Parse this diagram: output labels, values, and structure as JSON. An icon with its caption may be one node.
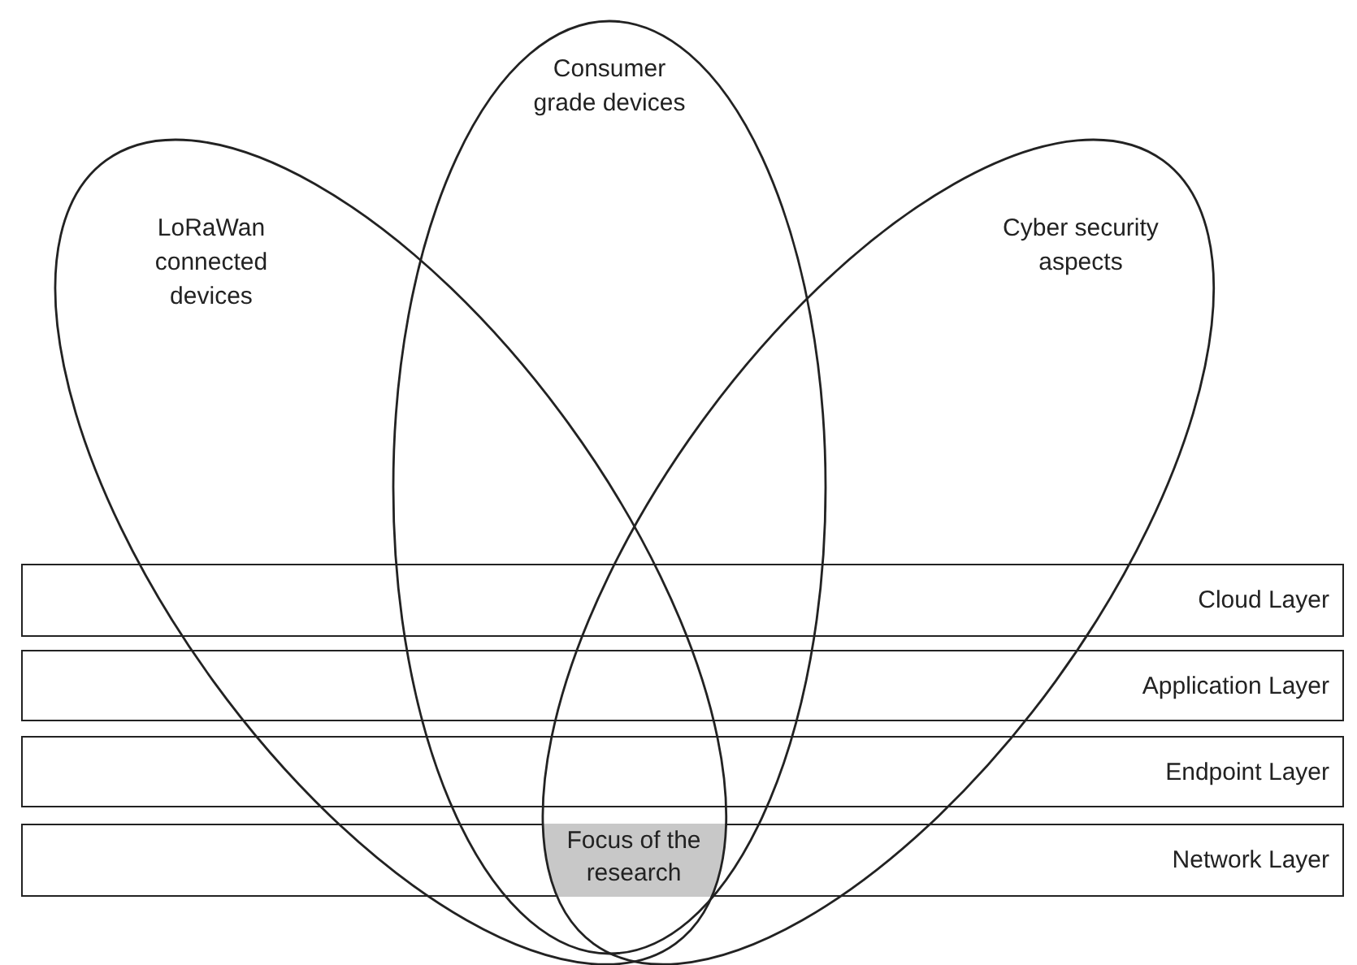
{
  "diagram": {
    "nodes": [
      {
        "text": [
          "LoRaWan connected devices"
        ]
      },
      {
        "text": [
          "Consumer grade devices"
        ]
      },
      {
        "text": [
          "Cyber security aspects"
        ]
      },
      {
        "text": [
          "Cloud Layer"
        ]
      },
      {
        "text": [
          "Application Layer"
        ]
      },
      {
        "text": [
          "Endpoint Layer"
        ]
      },
      {
        "text": [
          "Network Layer"
        ]
      },
      {
        "text": [
          "Focus of the research"
        ],
        "in": 6
      }
    ]
  }
}
